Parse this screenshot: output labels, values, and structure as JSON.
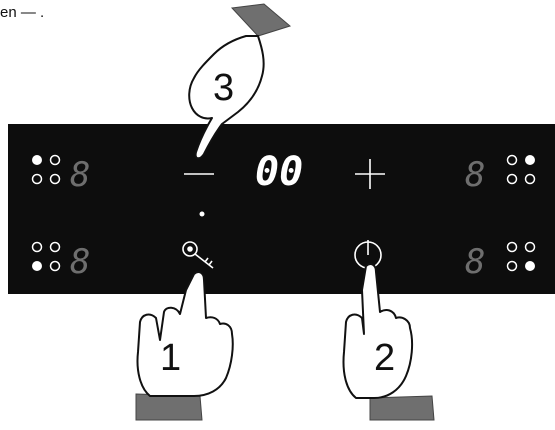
{
  "caption_fragment": "en — .",
  "display": {
    "timer_value": "00",
    "minus_symbol": "—",
    "plus_symbol": "+"
  },
  "zones": {
    "top_left": {
      "digit": "8"
    },
    "bottom_left": {
      "digit": "8"
    },
    "top_right": {
      "digit": "8"
    },
    "bottom_right": {
      "digit": "8"
    }
  },
  "steps": {
    "step1": "1",
    "step2": "2",
    "step3": "3"
  },
  "icons": {
    "lock": "key-icon",
    "power": "power-icon"
  },
  "colors": {
    "panel": "#0d0d0d",
    "segment": "#ffffff",
    "dim_digit": "#6e6e6e"
  }
}
